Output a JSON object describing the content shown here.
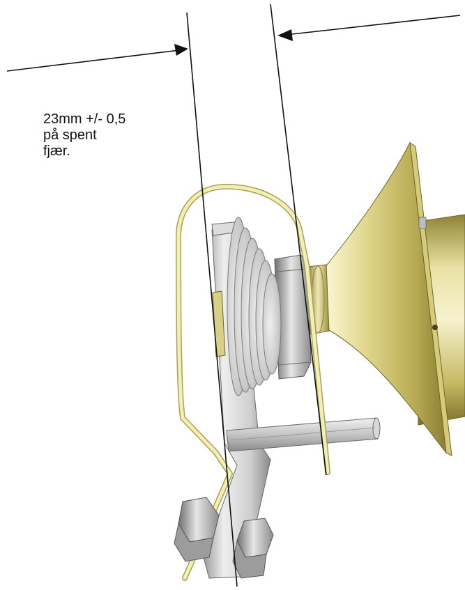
{
  "annotation": {
    "lines": [
      "23mm +/- 0,5",
      "på spent",
      "fjær."
    ]
  },
  "colors": {
    "background": "#ffffff",
    "line": "#111111",
    "spring_wire": "#f3efb0",
    "spring_wire_edge": "#b8b070",
    "brass_light": "#f4efc6",
    "brass_mid": "#c9bd6a",
    "brass_dark": "#6e6527",
    "steel_light": "#eeeeee",
    "steel_mid": "#bdbdbd",
    "steel_dark": "#7a7a7a"
  },
  "icons": {
    "left_arrow": "arrowhead-right-icon",
    "right_arrow": "arrowhead-left-icon"
  }
}
